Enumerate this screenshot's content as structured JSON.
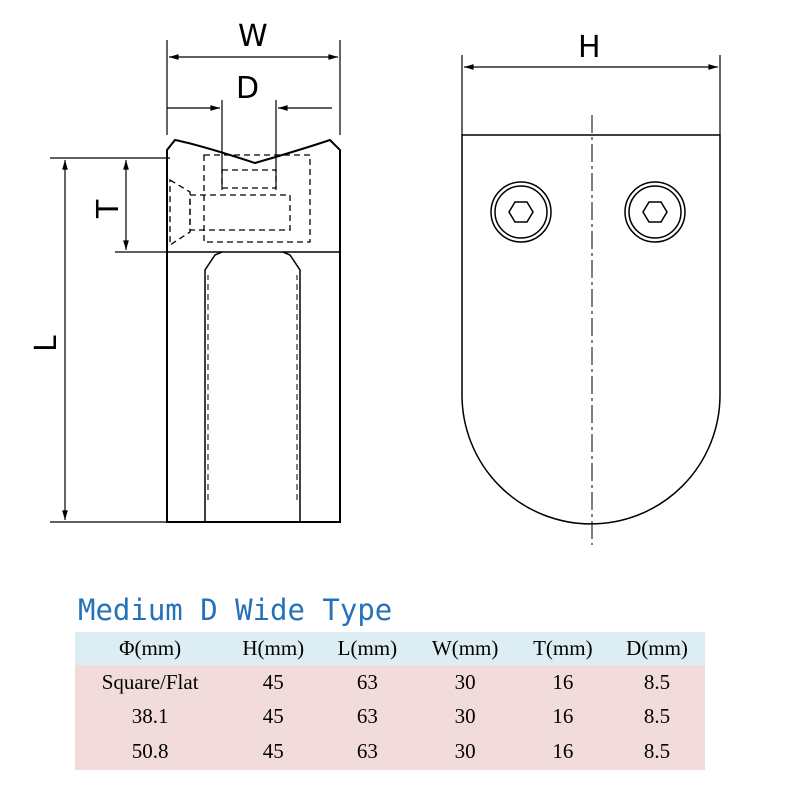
{
  "dimension_labels": {
    "W": "W",
    "D": "D",
    "H": "H",
    "T": "T",
    "L": "L"
  },
  "title": "Medium D Wide Type",
  "colors": {
    "title": "#2672b8",
    "header_bg": "#dceef4",
    "body_bg": "#f2dcdb"
  },
  "table": {
    "headers": [
      "Φ(mm)",
      "H(mm)",
      "L(mm)",
      "W(mm)",
      "T(mm)",
      "D(mm)"
    ],
    "rows": [
      [
        "Square/Flat",
        "45",
        "63",
        "30",
        "16",
        "8.5"
      ],
      [
        "38.1",
        "45",
        "63",
        "30",
        "16",
        "8.5"
      ],
      [
        "50.8",
        "45",
        "63",
        "30",
        "16",
        "8.5"
      ]
    ]
  }
}
